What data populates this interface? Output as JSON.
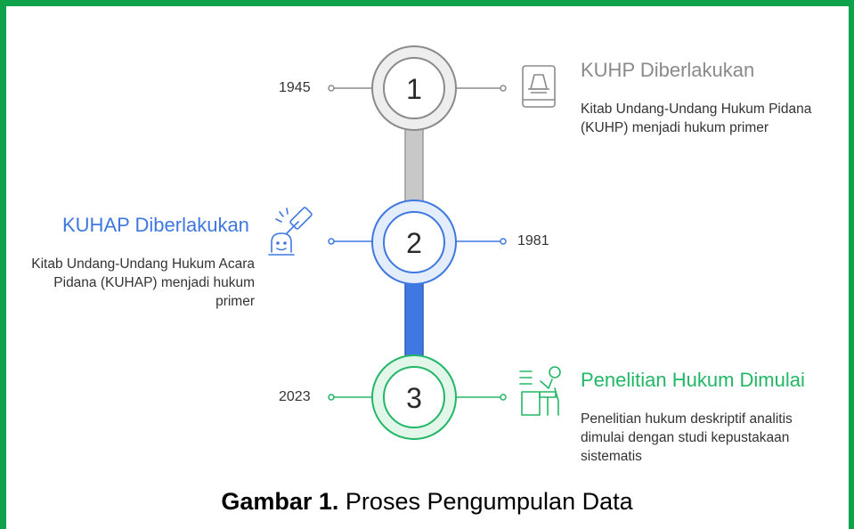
{
  "steps": [
    {
      "number": "1",
      "year": "1945",
      "title": "KUHP Diberlakukan",
      "description": "Kitab Undang-Undang Hukum Pidana (KUHP) menjadi hukum primer",
      "color": "#8a8a8a",
      "icon": "law-book-icon"
    },
    {
      "number": "2",
      "year": "1981",
      "title": "KUHAP Diberlakukan",
      "description": "Kitab Undang-Undang Hukum Acara Pidana (KUHAP) menjadi hukum primer",
      "color": "#3f78e0",
      "icon": "gavel-icon"
    },
    {
      "number": "3",
      "year": "2023",
      "title": "Penelitian Hukum Dimulai",
      "description": "Penelitian hukum deskriptif analitis dimulai dengan studi kepustakaan sistematis",
      "color": "#22b766",
      "icon": "researcher-desk-icon"
    }
  ],
  "caption": {
    "bold": "Gambar 1.",
    "text": " Proses Pengumpulan Data"
  },
  "colors": {
    "frame": "#0fa24a",
    "connector_1_2": "#c8c8c8",
    "connector_2_3": "#3f78e0"
  }
}
